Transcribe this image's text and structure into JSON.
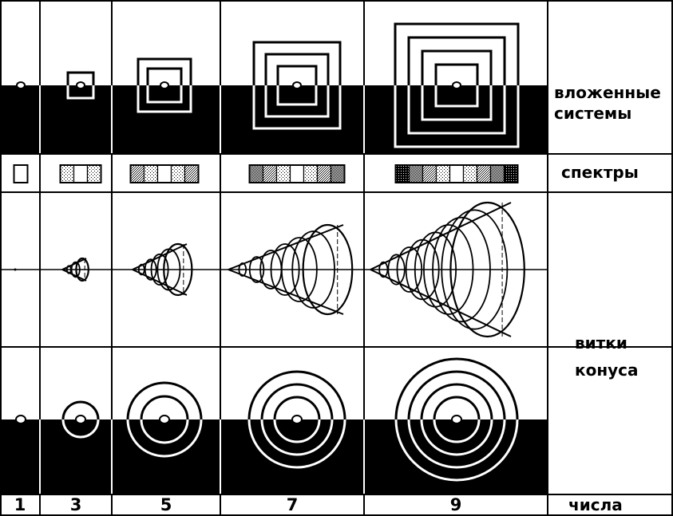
{
  "labels": {
    "nested_line1": "вложенные",
    "nested_line2": "системы",
    "spectra": "спектры",
    "cone_line1": "витки",
    "cone_line2": "конуса",
    "numbers": "числа"
  },
  "columns": [
    "1",
    "3",
    "5",
    "7",
    "9"
  ],
  "colors": {
    "ink": "#000000",
    "paper": "#ffffff",
    "mid_gray": "#9a9a9a",
    "light_gray": "#d0d0d0",
    "dark_gray": "#555555"
  },
  "spectrum_patterns": [
    [
      "white"
    ],
    [
      "dot-light",
      "white",
      "dot-light"
    ],
    [
      "dot-mid",
      "dot-light",
      "white",
      "dot-light",
      "dot-mid"
    ],
    [
      "dot-dark",
      "dot-mid",
      "dot-light",
      "white",
      "dot-light",
      "dot-mid",
      "dot-dark"
    ],
    [
      "dot-black",
      "dot-dark",
      "dot-mid",
      "dot-light",
      "white",
      "dot-light",
      "dot-mid",
      "dot-dark",
      "dot-black"
    ]
  ]
}
